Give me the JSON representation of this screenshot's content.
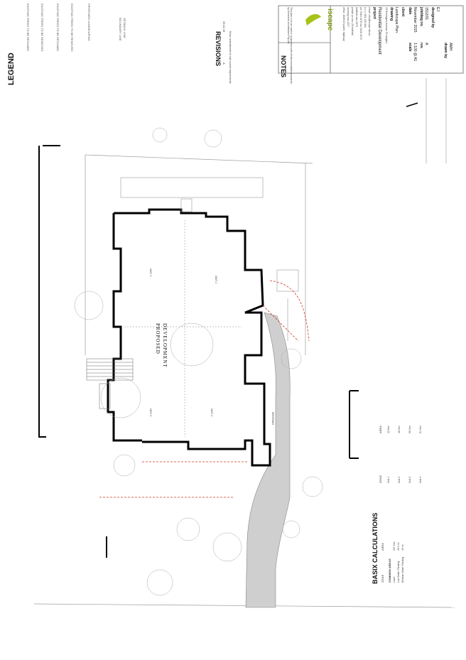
{
  "legend": {
    "title": "LEGEND",
    "items": [
      "EXISTING TREES TO BE RETAINED",
      "EXISTING TREES TO BE REMOVED",
      "EXISTING TREES TO BE RETAINED",
      "EXISTING TREES TO BE REMOVED",
      "PROPOSED LANDSCAPING"
    ],
    "extra_items": [
      "BOUNDARY LINE",
      "SETBACK LINE"
    ]
  },
  "revisions": {
    "title": "REVISIONS",
    "rev": "A",
    "date": "25.11.15",
    "desc": "Minor amendments to suit council requirements"
  },
  "notes": {
    "title": "NOTES",
    "body": "This plan is to be read in conjunction with all documentation prepared by Greenline Architecture Pty Ltd"
  },
  "title_block": {
    "firm": "iscape",
    "office_lines": [
      "office: 1626/13 pacific highway",
      "hornsby nsw 2077",
      "postal: po box 25 lindfield",
      "lindfield nsw 2070",
      "ph: 9416 4270  fax 9416 4170",
      "a.c.n. 061 220 001",
      "email: info@iscape.net.au"
    ],
    "project_label": "project",
    "project": "Residential Development",
    "project_address": "15 Ermington Avenue, Ermington",
    "drawing_label": "drawing",
    "drawing": "Landscape Plan",
    "client_label": "client",
    "date_label": "date",
    "date": "November 2015",
    "scale_label": "scale",
    "scale": "1:100 @ A1",
    "job_label": "job/dwg no.",
    "job": "1512/01",
    "rev_label": "rev.",
    "rev": "A",
    "designed_label": "designed by",
    "designed": "EJ",
    "drawn_label": "drawn by",
    "drawn": "AMH"
  },
  "plan": {
    "building_label_1": "PROPOSED",
    "building_label_2": "DEVELOPMENT",
    "unit_labels": [
      "UNIT 1",
      "UNIT 2",
      "UNIT 3",
      "UNIT 4"
    ],
    "driveway_label": "DRIVEWAY"
  },
  "basix": {
    "title": "BASIX CALCULATIONS",
    "col_zone": "ZONE",
    "col_area": "AREA",
    "common_title": "COMMON AREAS",
    "rows_left": [
      [
        "Lawn",
        "207.6m²"
      ],
      [
        "Low Water Planting",
        "45.3 m²"
      ],
      [
        "Medium Water Planting",
        "40 m²"
      ]
    ],
    "rows_right": [
      [
        "Unit 1",
        "42.8m²"
      ],
      [
        "Unit 2",
        "48.5m²"
      ],
      [
        "Unit 3",
        "56.2m²"
      ],
      [
        "Unit 4",
        "61.9m²"
      ]
    ]
  }
}
